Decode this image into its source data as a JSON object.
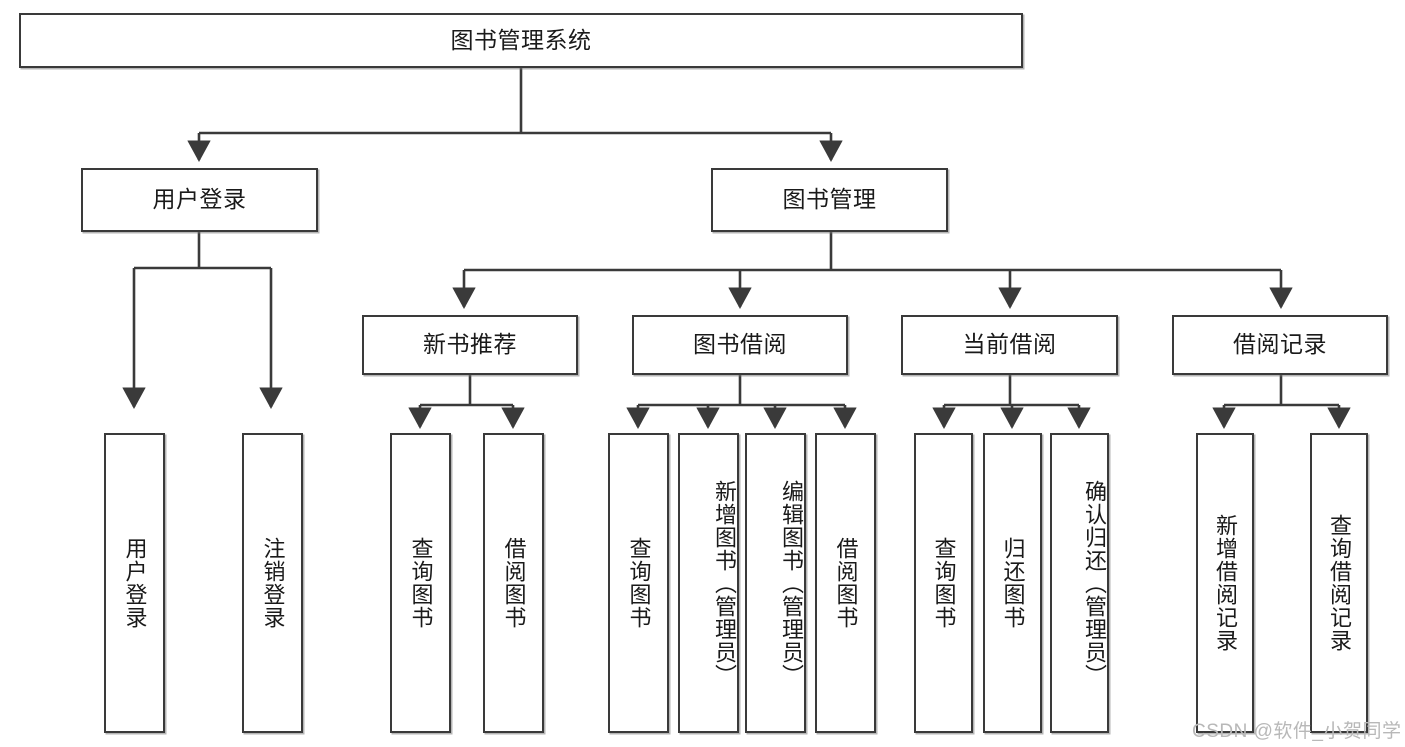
{
  "diagram": {
    "title": "图书管理系统",
    "type": "hierarchy-tree",
    "watermark": "CSDN @软件_小贺同学",
    "colors": {
      "box_border": "#3a3a3a",
      "box_fill": "#ffffff",
      "edge": "#3a3a3a",
      "text": "#1a1a1a",
      "watermark": "#b8b8b8"
    },
    "levels": [
      {
        "level": 1,
        "nodes": [
          {
            "id": "root",
            "label": "图书管理系统",
            "orientation": "horizontal"
          }
        ]
      },
      {
        "level": 2,
        "nodes": [
          {
            "id": "user-login",
            "label": "用户登录",
            "orientation": "horizontal",
            "parent": "root"
          },
          {
            "id": "book-manage",
            "label": "图书管理",
            "orientation": "horizontal",
            "parent": "root"
          }
        ]
      },
      {
        "level": 3,
        "nodes": [
          {
            "id": "new-book-rec",
            "label": "新书推荐",
            "orientation": "horizontal",
            "parent": "book-manage"
          },
          {
            "id": "book-borrow",
            "label": "图书借阅",
            "orientation": "horizontal",
            "parent": "book-manage"
          },
          {
            "id": "current-borrow",
            "label": "当前借阅",
            "orientation": "horizontal",
            "parent": "book-manage"
          },
          {
            "id": "borrow-record",
            "label": "借阅记录",
            "orientation": "horizontal",
            "parent": "book-manage"
          }
        ]
      },
      {
        "level": 4,
        "nodes": [
          {
            "id": "leaf-user-login",
            "label": "用户登录",
            "orientation": "vertical",
            "parent": "user-login"
          },
          {
            "id": "leaf-user-logout",
            "label": "注销登录",
            "orientation": "vertical",
            "parent": "user-login"
          },
          {
            "id": "leaf-query-book-1",
            "label": "查询图书",
            "orientation": "vertical",
            "parent": "new-book-rec"
          },
          {
            "id": "leaf-borrow-book-1",
            "label": "借阅图书",
            "orientation": "vertical",
            "parent": "new-book-rec"
          },
          {
            "id": "leaf-query-book-2",
            "label": "查询图书",
            "orientation": "vertical",
            "parent": "book-borrow"
          },
          {
            "id": "leaf-add-book",
            "label": "新增图书（管理员）",
            "orientation": "vertical",
            "parent": "book-borrow"
          },
          {
            "id": "leaf-edit-book",
            "label": "编辑图书（管理员）",
            "orientation": "vertical",
            "parent": "book-borrow"
          },
          {
            "id": "leaf-borrow-book-2",
            "label": "借阅图书",
            "orientation": "vertical",
            "parent": "book-borrow"
          },
          {
            "id": "leaf-query-book-3",
            "label": "查询图书",
            "orientation": "vertical",
            "parent": "current-borrow"
          },
          {
            "id": "leaf-return-book",
            "label": "归还图书",
            "orientation": "vertical",
            "parent": "current-borrow"
          },
          {
            "id": "leaf-confirm-return",
            "label": "确认归还（管理员）",
            "orientation": "vertical",
            "parent": "current-borrow"
          },
          {
            "id": "leaf-add-record",
            "label": "新增借阅记录",
            "orientation": "vertical",
            "parent": "borrow-record"
          },
          {
            "id": "leaf-query-record",
            "label": "查询借阅记录",
            "orientation": "vertical",
            "parent": "borrow-record"
          }
        ]
      }
    ]
  }
}
